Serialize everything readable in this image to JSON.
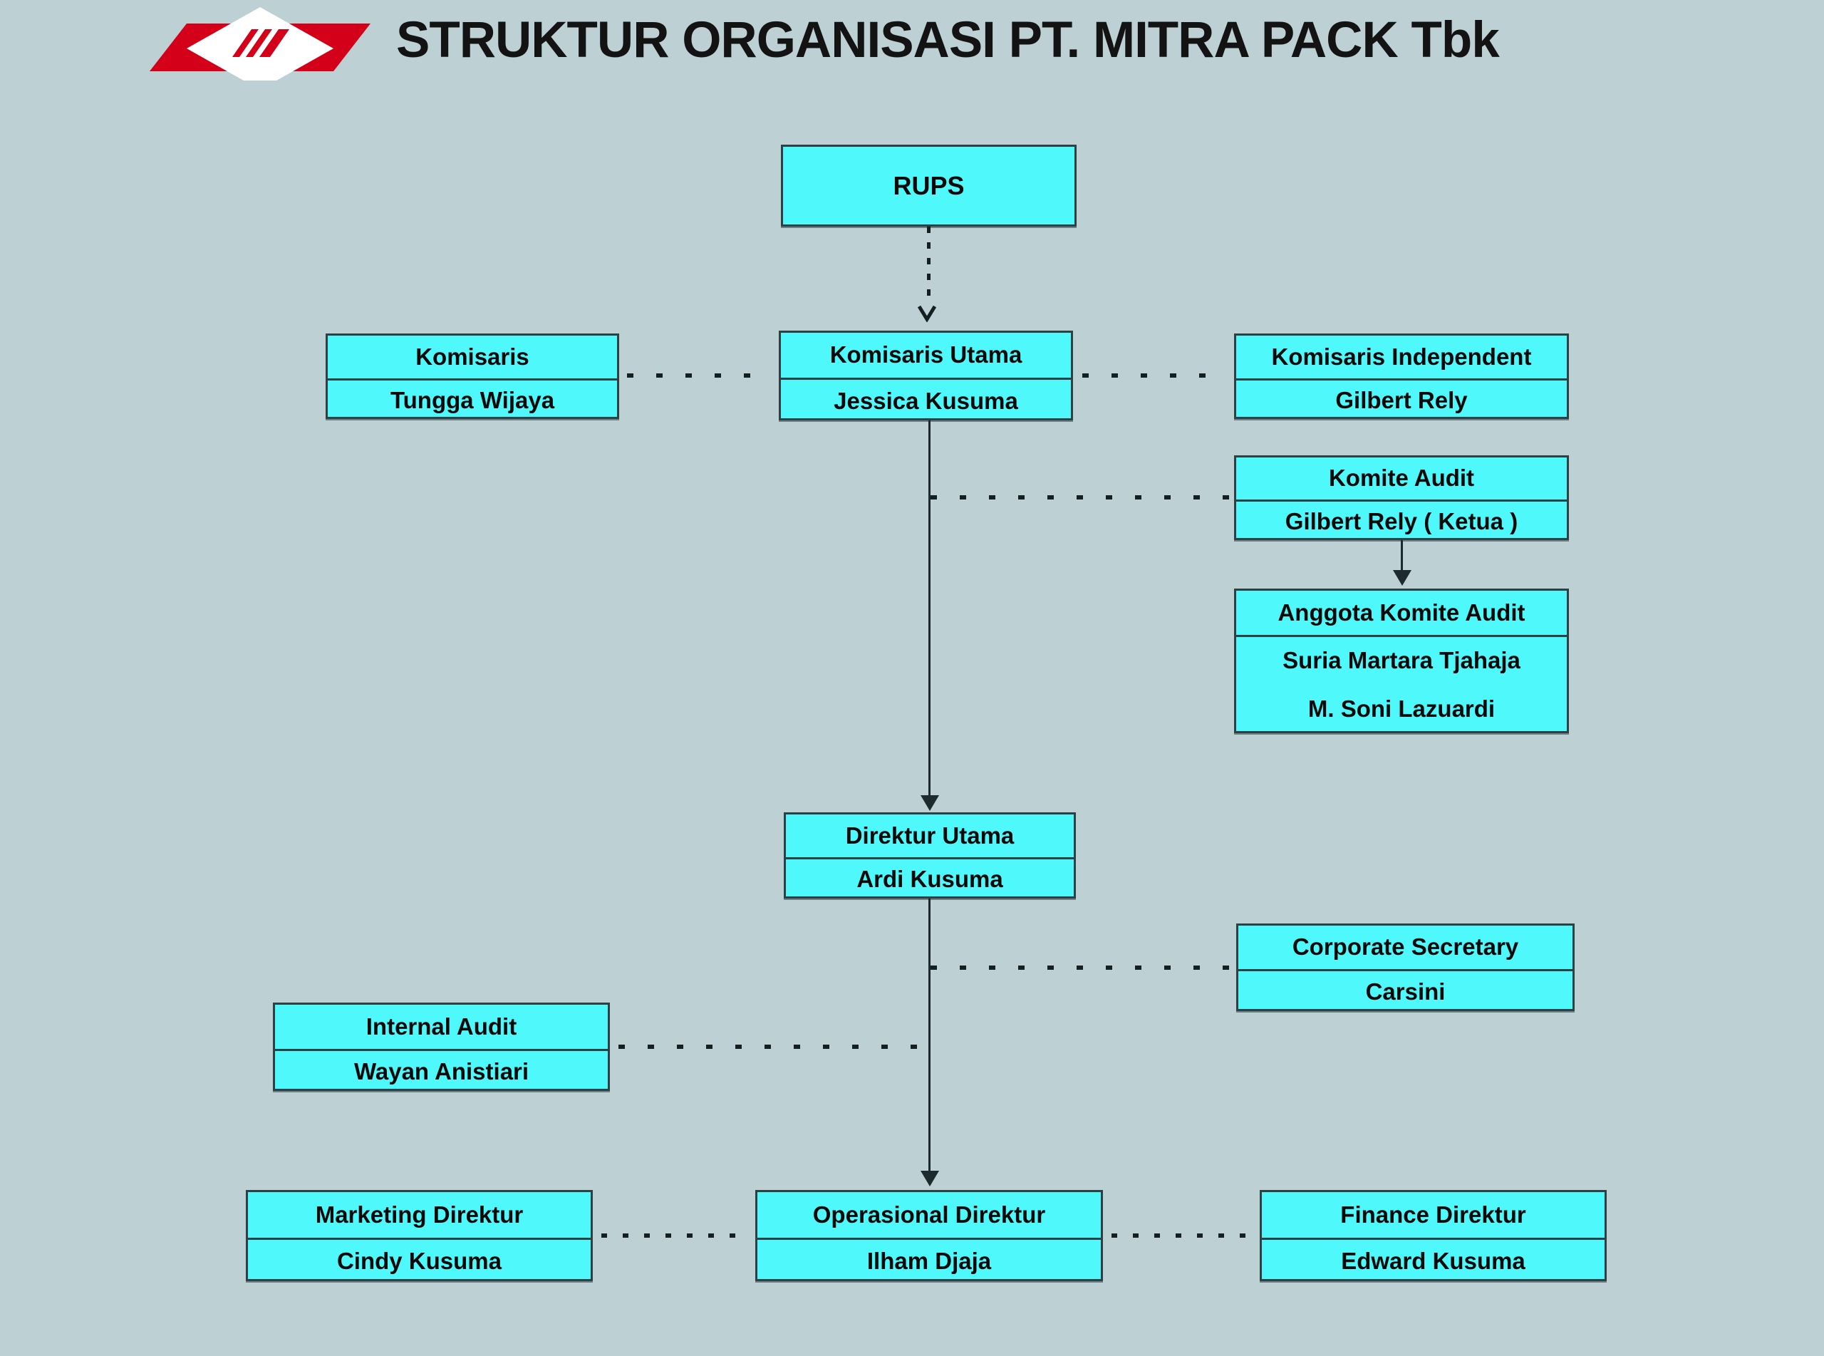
{
  "page": {
    "background_color": "#bdd0d4",
    "node_fill_color": "#4ff8fb",
    "node_border_color": "#2f4044",
    "logo_color": "#d4001a",
    "title": "STRUKTUR ORGANISASI PT. MITRA PACK Tbk"
  },
  "chart_data": {
    "type": "diagram",
    "title": "STRUKTUR ORGANISASI PT. MITRA PACK Tbk",
    "nodes": [
      {
        "id": "rups",
        "role": "RUPS",
        "name": ""
      },
      {
        "id": "komisaris",
        "role": "Komisaris",
        "name": "Tungga Wijaya"
      },
      {
        "id": "komisaris-utama",
        "role": "Komisaris Utama",
        "name": "Jessica Kusuma"
      },
      {
        "id": "komisaris-indep",
        "role": "Komisaris Independent",
        "name": "Gilbert Rely"
      },
      {
        "id": "komite-audit",
        "role": "Komite Audit",
        "name": "Gilbert Rely ( Ketua )"
      },
      {
        "id": "anggota-komite",
        "role": "Anggota Komite Audit",
        "name": "Suria Martara Tjahaja",
        "name2": "M. Soni Lazuardi"
      },
      {
        "id": "direktur-utama",
        "role": "Direktur Utama",
        "name": "Ardi Kusuma"
      },
      {
        "id": "corporate-sec",
        "role": "Corporate Secretary",
        "name": "Carsini"
      },
      {
        "id": "internal-audit",
        "role": "Internal Audit",
        "name": "Wayan Anistiari"
      },
      {
        "id": "marketing-direktur",
        "role": "Marketing Direktur",
        "name": "Cindy Kusuma"
      },
      {
        "id": "operasional-direktur",
        "role": "Operasional Direktur",
        "name": "Ilham Djaja"
      },
      {
        "id": "finance-direktur",
        "role": "Finance Direktur",
        "name": "Edward Kusuma"
      }
    ],
    "edges": [
      {
        "from": "rups",
        "to": "komisaris-utama",
        "style": "dotted-arrow"
      },
      {
        "from": "komisaris",
        "to": "komisaris-utama",
        "style": "dotted"
      },
      {
        "from": "komisaris-utama",
        "to": "komisaris-indep",
        "style": "dotted"
      },
      {
        "from": "komisaris-utama",
        "to": "komite-audit",
        "style": "dotted"
      },
      {
        "from": "komite-audit",
        "to": "anggota-komite",
        "style": "solid-arrow"
      },
      {
        "from": "komisaris-utama",
        "to": "direktur-utama",
        "style": "solid-arrow"
      },
      {
        "from": "direktur-utama",
        "to": "corporate-sec",
        "style": "dotted"
      },
      {
        "from": "direktur-utama",
        "to": "internal-audit",
        "style": "dotted"
      },
      {
        "from": "direktur-utama",
        "to": "operasional-direktur",
        "style": "solid-arrow"
      },
      {
        "from": "operasional-direktur",
        "to": "marketing-direktur",
        "style": "dotted"
      },
      {
        "from": "operasional-direktur",
        "to": "finance-direktur",
        "style": "dotted"
      }
    ]
  },
  "logo": {
    "alt": "company-logo"
  }
}
